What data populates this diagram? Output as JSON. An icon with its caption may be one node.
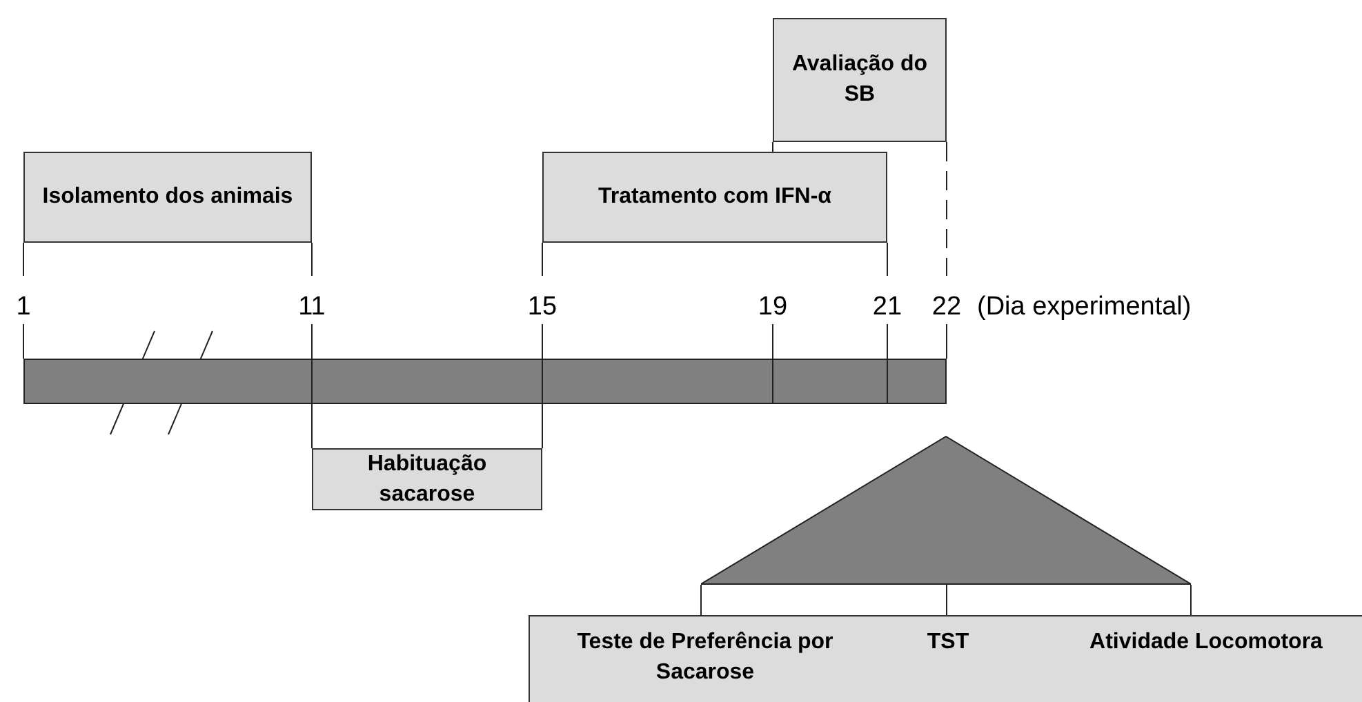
{
  "diagram": {
    "nodes": [
      {
        "text": [
          "Isolamento dos animais"
        ]
      },
      {
        "text": [
          "Tratamento com IFN-α"
        ]
      },
      {
        "text": [
          "Avaliação do SB"
        ]
      },
      {
        "text": [],
        "shape": "bar"
      },
      {
        "text": [
          "Habituação sacarose"
        ]
      },
      {
        "text": [],
        "shape": "triangle"
      },
      {
        "text": [],
        "shape": "box"
      },
      {
        "text": [
          "Teste de Preferência por Sacarose"
        ],
        "in": 6
      },
      {
        "text": [
          "TST"
        ],
        "in": 6
      },
      {
        "text": [
          "Atividade Locomotora"
        ],
        "in": 6
      }
    ],
    "edges": [
      {
        "from": 5,
        "to": 7,
        "arrow": "none"
      },
      {
        "from": 5,
        "to": 8,
        "arrow": "none"
      },
      {
        "from": 5,
        "to": 9,
        "arrow": "none"
      }
    ],
    "labels": [
      "1",
      "11",
      "15",
      "19",
      "21",
      "22",
      "(Dia experimental)"
    ]
  }
}
